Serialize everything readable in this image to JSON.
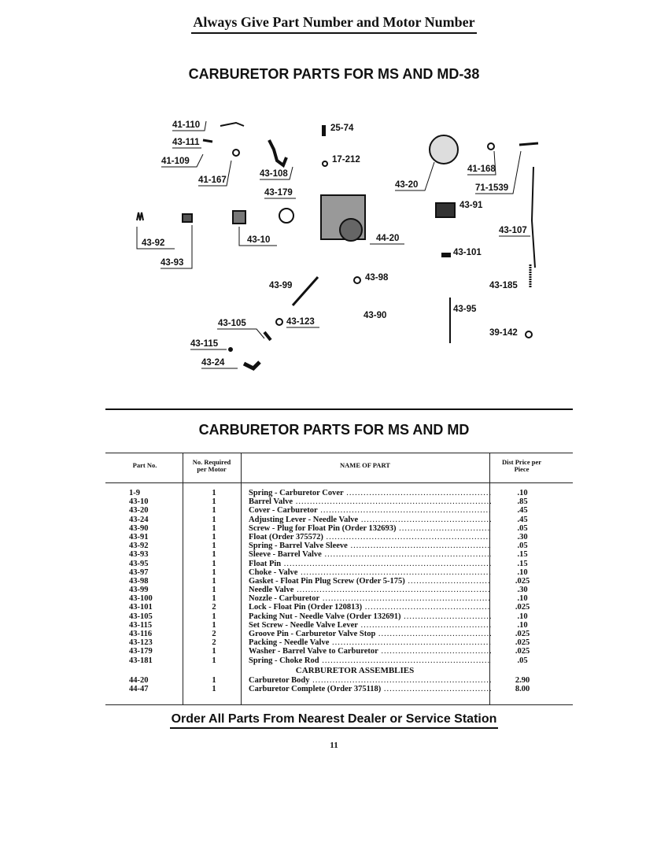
{
  "header": {
    "text": "Always Give Part Number and Motor Number"
  },
  "diagram": {
    "title": "CARBURETOR PARTS FOR MS AND MD-38",
    "labels": [
      "41-110",
      "43-111",
      "41-109",
      "41-167",
      "43-108",
      "25-74",
      "17-212",
      "43-179",
      "43-20",
      "41-168",
      "71-1539",
      "43-91",
      "43-92",
      "43-93",
      "43-10",
      "44-20",
      "43-107",
      "43-101",
      "43-99",
      "43-98",
      "43-185",
      "43-95",
      "43-105",
      "43-123",
      "43-90",
      "39-142",
      "43-115",
      "43-24"
    ]
  },
  "table": {
    "title": "CARBURETOR PARTS FOR MS AND MD",
    "headers": {
      "part_no": "Part No.",
      "qty": "No. Required per Motor",
      "name": "NAME OF PART",
      "price": "Dist Price per Piece"
    },
    "rows": [
      {
        "part_no": "1-9",
        "qty": "1",
        "name": "Spring - Carburetor Cover",
        "price": ".10"
      },
      {
        "part_no": "43-10",
        "qty": "1",
        "name": "Barrel Valve",
        "price": ".85"
      },
      {
        "part_no": "43-20",
        "qty": "1",
        "name": "Cover - Carburetor",
        "price": ".45"
      },
      {
        "part_no": "43-24",
        "qty": "1",
        "name": "Adjusting Lever - Needle Valve",
        "price": ".45"
      },
      {
        "part_no": "43-90",
        "qty": "1",
        "name": "Screw - Plug for Float Pin (Order 132693)",
        "price": ".05"
      },
      {
        "part_no": "43-91",
        "qty": "1",
        "name": "Float (Order 375572)",
        "price": ".30"
      },
      {
        "part_no": "43-92",
        "qty": "1",
        "name": "Spring - Barrel Valve Sleeve",
        "price": ".05"
      },
      {
        "part_no": "43-93",
        "qty": "1",
        "name": "Sleeve - Barrel Valve",
        "price": ".15"
      },
      {
        "part_no": "43-95",
        "qty": "1",
        "name": "Float Pin",
        "price": ".15"
      },
      {
        "part_no": "43-97",
        "qty": "1",
        "name": "Choke - Valve",
        "price": ".10"
      },
      {
        "part_no": "43-98",
        "qty": "1",
        "name": "Gasket - Float Pin Plug Screw (Order 5-175)",
        "price": ".025"
      },
      {
        "part_no": "43-99",
        "qty": "1",
        "name": "Needle Valve",
        "price": ".30"
      },
      {
        "part_no": "43-100",
        "qty": "1",
        "name": "Nozzle - Carburetor",
        "price": ".10"
      },
      {
        "part_no": "43-101",
        "qty": "2",
        "name": "Lock - Float Pin (Order 120813)",
        "price": ".025"
      },
      {
        "part_no": "43-105",
        "qty": "1",
        "name": "Packing Nut - Needle Valve (Order 132691)",
        "price": ".10"
      },
      {
        "part_no": "43-115",
        "qty": "1",
        "name": "Set Screw - Needle Valve Lever",
        "price": ".10"
      },
      {
        "part_no": "43-116",
        "qty": "2",
        "name": "Groove Pin - Carburetor Valve Stop",
        "price": ".025"
      },
      {
        "part_no": "43-123",
        "qty": "2",
        "name": "Packing - Needle Valve",
        "price": ".025"
      },
      {
        "part_no": "43-179",
        "qty": "1",
        "name": "Washer - Barrel Valve to Carburetor",
        "price": ".025"
      },
      {
        "part_no": "43-181",
        "qty": "1",
        "name": "Spring - Choke Rod",
        "price": ".05"
      }
    ],
    "assemblies_title": "CARBURETOR ASSEMBLIES",
    "assemblies": [
      {
        "part_no": "44-20",
        "qty": "1",
        "name": "Carburetor Body",
        "price": "2.90"
      },
      {
        "part_no": "44-47",
        "qty": "1",
        "name": "Carburetor Complete (Order 375118)",
        "price": "8.00"
      }
    ]
  },
  "footer": {
    "text": "Order All Parts From Nearest Dealer or Service Station"
  },
  "page_number": "11"
}
